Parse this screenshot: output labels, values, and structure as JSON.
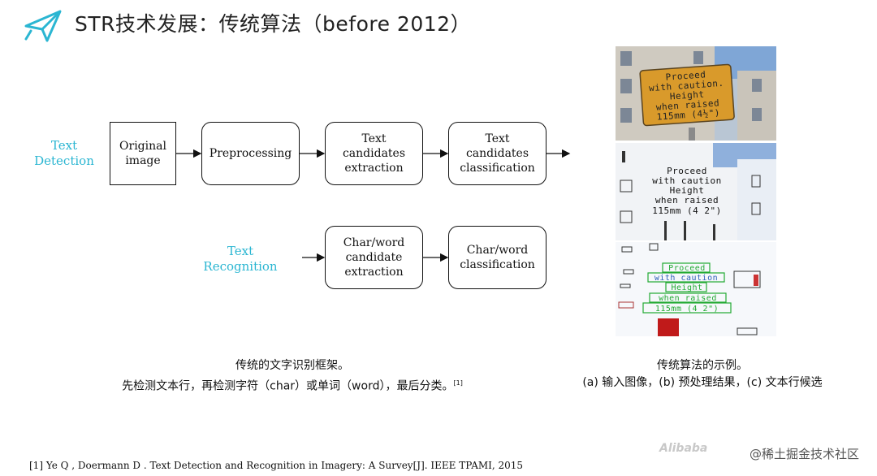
{
  "title": "STR技术发展：传统算法（before 2012）",
  "detection": {
    "label": "Text\nDetection",
    "steps": [
      "Original\nimage",
      "Preprocessing",
      "Text\ncandidates\nextraction",
      "Text\ncandidates\nclassification"
    ]
  },
  "recognition": {
    "label": "Text\nRecognition",
    "steps": [
      "Char/word\ncandidate\nextraction",
      "Char/word\nclassification"
    ]
  },
  "left_caption": {
    "line1": "传统的文字识别框架。",
    "line2": "先检测文本行，再检测字符（char）或单词（word），最后分类。",
    "ref": "[1]"
  },
  "right_caption": {
    "line1": "传统算法的示例。",
    "line2": "(a) 输入图像，(b) 预处理结果，(c) 文本行候选"
  },
  "sign_text": {
    "lines_a": [
      "Proceed",
      "with caution.",
      "Height",
      "when raised",
      "115mm (4½\")"
    ],
    "lines_b": [
      "Proceed",
      "with caution",
      "Height",
      "when raised",
      "115mm (4 2\")"
    ],
    "lines_c": [
      "Proceed",
      "with caution",
      "Height",
      "when raised",
      "115mm (4 2\")"
    ]
  },
  "footnote": "[1] Ye Q , Doermann D . Text Detection and Recognition in Imagery: A Survey[J]. IEEE TPAMI, 2015",
  "watermark": "@稀土掘金技术社区",
  "ali_mark": "Alibaba",
  "colors": {
    "accent": "#2bb6d2",
    "sign": "#d99a2b",
    "candidate_box": "#22aa33"
  },
  "icons": {
    "logo": "paper-plane-icon"
  }
}
